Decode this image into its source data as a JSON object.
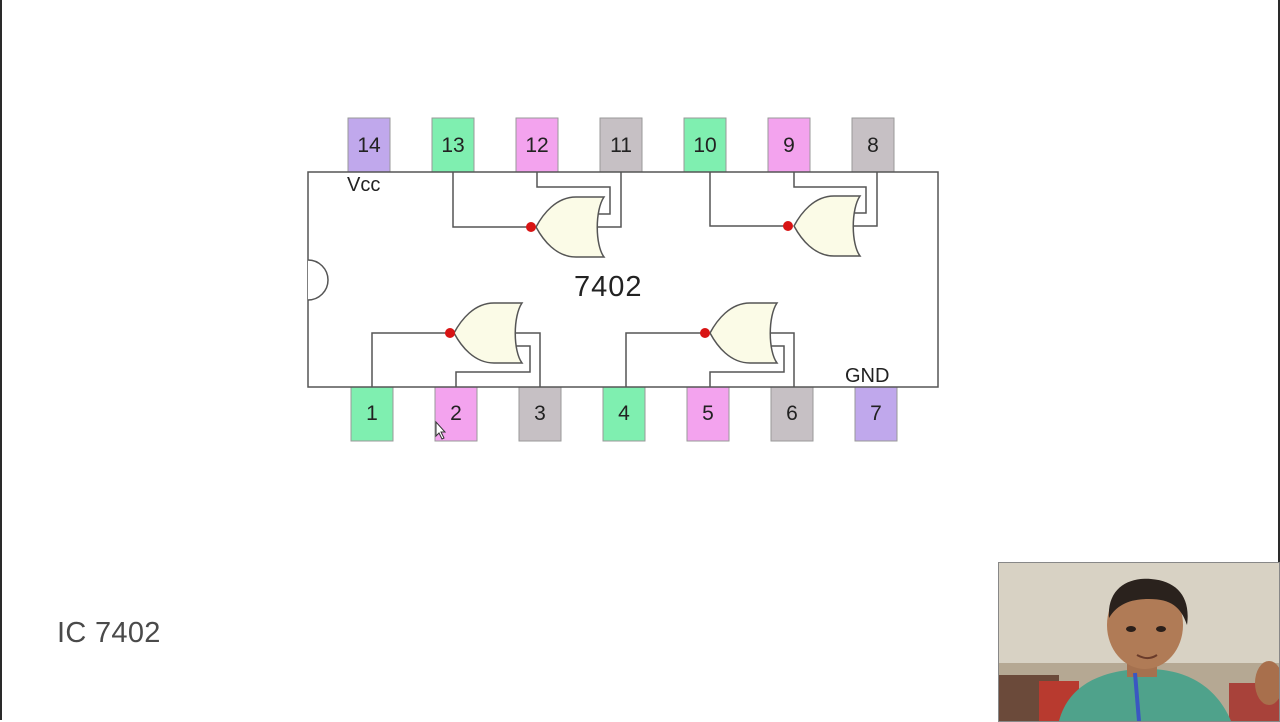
{
  "chip": {
    "part_number": "7402",
    "vcc_label": "Vcc",
    "gnd_label": "GND",
    "top_pins": [
      "14",
      "13",
      "12",
      "11",
      "10",
      "9",
      "8"
    ],
    "bottom_pins": [
      "1",
      "2",
      "3",
      "4",
      "5",
      "6",
      "7"
    ]
  },
  "caption": "IC 7402",
  "colors": {
    "pin_vcc_gnd": "#c0a8ec",
    "pin_input_a": "#7fefb0",
    "pin_input_b": "#f3a3ee",
    "pin_output": "#c6c0c4",
    "gate_fill": "#fbfbe7",
    "bubble": "#d81414",
    "line": "#555555"
  }
}
